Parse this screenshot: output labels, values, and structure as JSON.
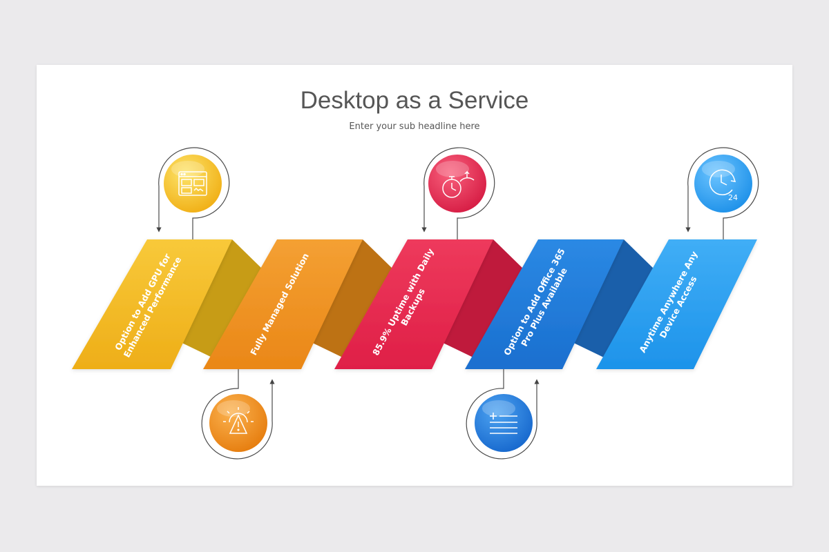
{
  "title": "Desktop as a Service",
  "subtitle": "Enter your sub headline here",
  "steps": [
    {
      "lines": [
        "Option to Add GPU for",
        "Enhanced Performance"
      ],
      "color": "#f2b51e",
      "icon": "browser-layout-icon"
    },
    {
      "lines": [
        "Fully Managed Solution"
      ],
      "color": "#ee8e1f",
      "icon": "gear-warning-icon"
    },
    {
      "lines": [
        "85.9% Uptime with Daily",
        "Backups"
      ],
      "color": "#e5284f",
      "icon": "stopwatch-speed-icon"
    },
    {
      "lines": [
        "Option to Add Office 365",
        "Pro Plus Available"
      ],
      "color": "#1f79d6",
      "icon": "list-add-icon"
    },
    {
      "lines": [
        "Anytime Anywhere Any",
        "Device Access"
      ],
      "color": "#2399ee",
      "icon": "clock-24-icon"
    }
  ]
}
